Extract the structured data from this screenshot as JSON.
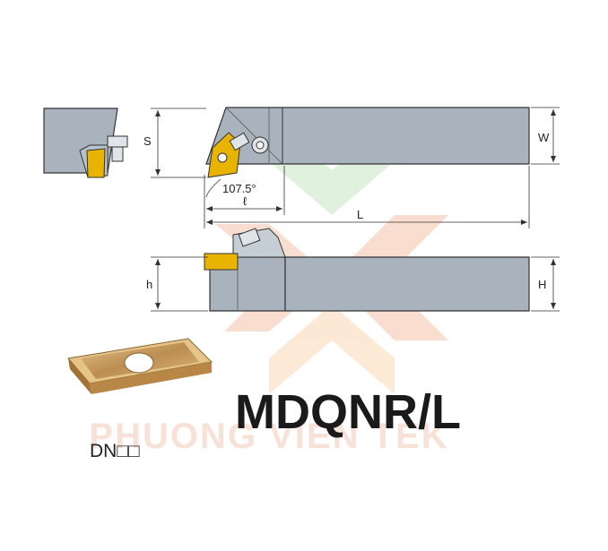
{
  "title": "MDQNR/L",
  "insert_code": "DN□□",
  "watermark": "PHUONG VIEN TEK",
  "dimensions": {
    "s": "S",
    "w": "W",
    "angle": "107.5°",
    "ell": "ℓ",
    "l": "L",
    "h_small": "h",
    "h_large": "H"
  },
  "colors": {
    "holder_body": "#a9b3bd",
    "insert_gold": "#e8b400",
    "insert_bronze": "#c49a5a",
    "outline": "#333333"
  }
}
